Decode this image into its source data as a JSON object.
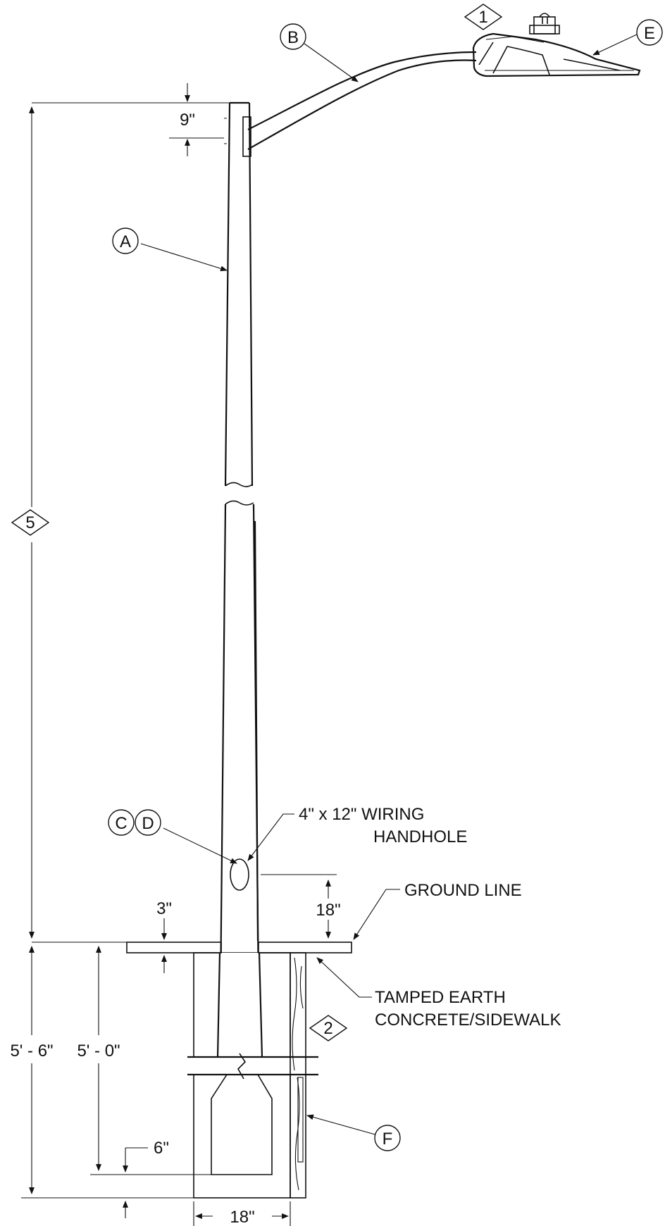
{
  "callouts": {
    "pole": "A",
    "arm": "B",
    "handhole_cover": "C",
    "handhole_frame": "D",
    "luminaire": "E",
    "ground_rod": "F"
  },
  "notes": {
    "luminaire": "1",
    "backfill": "2",
    "mounting_height": "5"
  },
  "dimensions": {
    "arm_offset": "9\"",
    "handhole_height": "18\"",
    "slab_thickness": "3\"",
    "total_embed": "5' - 6\"",
    "pole_embed": "5' - 0\"",
    "base_depth": "6\"",
    "foundation_width": "18\""
  },
  "labels": {
    "handhole_line1": "4\" x 12\" WIRING",
    "handhole_line2": "HANDHOLE",
    "ground_line": "GROUND LINE",
    "backfill_line1": "TAMPED EARTH",
    "backfill_line2": "CONCRETE/SIDEWALK"
  }
}
